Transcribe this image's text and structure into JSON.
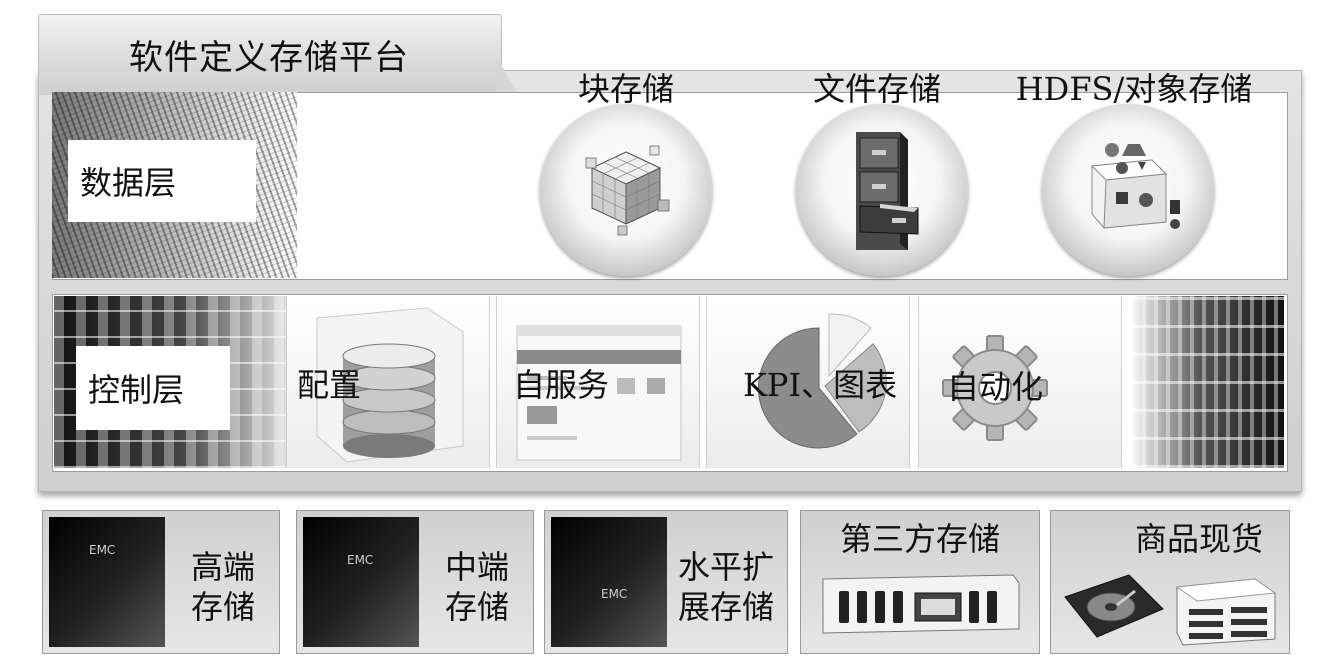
{
  "platform": {
    "title": "软件定义存储平台"
  },
  "data_layer": {
    "label": "数据层",
    "storage_types": [
      {
        "title": "块存储",
        "icon": "cube-blocks-icon"
      },
      {
        "title": "文件存储",
        "icon": "file-cabinet-icon"
      },
      {
        "title": "HDFS/对象存储",
        "icon": "shape-sorter-icon"
      }
    ]
  },
  "control_layer": {
    "label": "控制层",
    "functions": [
      {
        "label": "配置",
        "icon": "database-icon"
      },
      {
        "label": "自服务",
        "icon": "web-portal-icon"
      },
      {
        "label": "KPI、图表",
        "icon": "pie-chart-icon"
      },
      {
        "label": "自动化",
        "icon": "gear-icon"
      }
    ]
  },
  "infrastructure": [
    {
      "line1": "高端",
      "line2": "存储",
      "icon": "emc-array-icon"
    },
    {
      "line1": "中端",
      "line2": "存储",
      "icon": "emc-vnx-icon"
    },
    {
      "line1": "水平扩",
      "line2": "展存储",
      "icon": "emc-scaleout-icon"
    },
    {
      "title": "第三方存储",
      "icon": "rack-server-icon"
    },
    {
      "title": "商品现货",
      "icon": "hard-drive-icon"
    }
  ],
  "brand_marks": [
    "EMC",
    "EMC",
    "EMC"
  ]
}
